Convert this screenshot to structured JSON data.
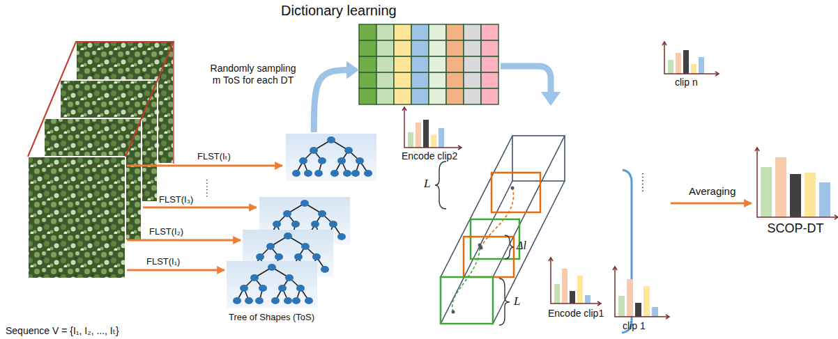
{
  "diagram": {
    "nodes": [
      {
        "text": [
          "Sequence V = {I₁, I₂, ..., Iₜ}"
        ]
      },
      {
        "text": [
          "Tree of Shapes (ToS)"
        ]
      },
      {
        "text": [
          "Dictionary learning"
        ]
      },
      {
        "text": [
          "SCOP-DT"
        ]
      }
    ],
    "edges": [
      {
        "from": 1,
        "to": 2,
        "arrow": "to",
        "label": "Randomly sampling m ToS for each DT"
      }
    ],
    "labels": [
      "FLST(Iₜ)",
      "......",
      "FLST(I₃)",
      "FLST(I₂)",
      "FLST(I₁)",
      "Encode clip2",
      "L",
      "Δl",
      "L",
      "Encode clip1",
      "clip n",
      "......",
      "clip 1",
      "Averaging"
    ]
  }
}
